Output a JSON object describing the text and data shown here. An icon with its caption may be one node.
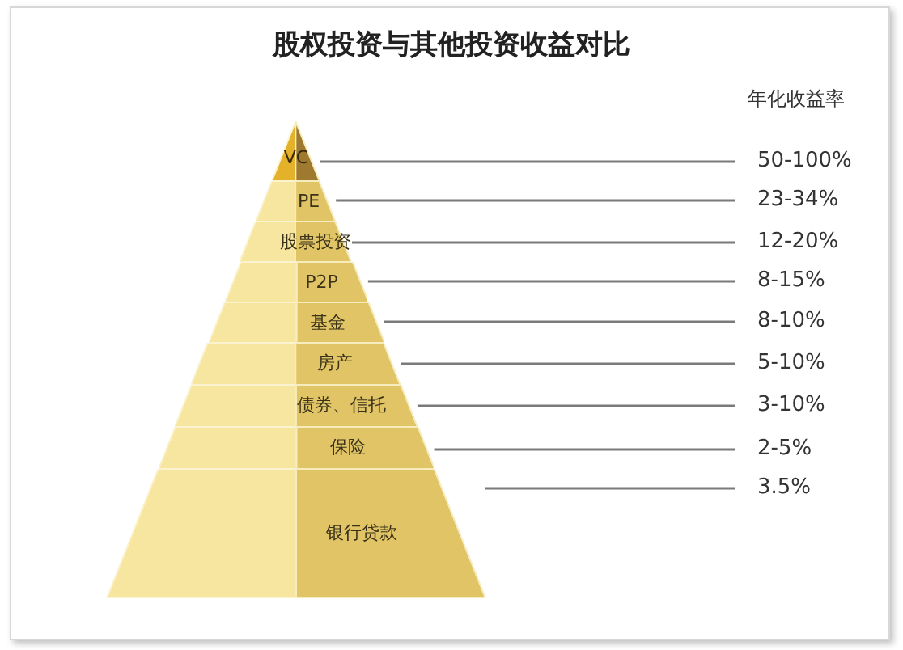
{
  "diagram": {
    "title": "股权投资与其他投资收益对比",
    "nodes": [
      {
        "text": [
          "VC"
        ]
      },
      {
        "text": [
          "PE"
        ]
      },
      {
        "text": [
          "股票投资"
        ]
      },
      {
        "text": [
          "P2P"
        ]
      },
      {
        "text": [
          "基金"
        ]
      },
      {
        "text": [
          "房产"
        ]
      },
      {
        "text": [
          "债券、信托"
        ]
      },
      {
        "text": [
          "保险"
        ]
      },
      {
        "text": [
          "银行贷款"
        ]
      },
      {
        "text": [
          "50-100%"
        ]
      },
      {
        "text": [
          "23-34%"
        ]
      },
      {
        "text": [
          "12-20%"
        ]
      },
      {
        "text": [
          "8-15%"
        ]
      },
      {
        "text": [
          "8-10%"
        ]
      },
      {
        "text": [
          "5-10%"
        ]
      },
      {
        "text": [
          "3-10%"
        ]
      },
      {
        "text": [
          "2-5%"
        ]
      },
      {
        "text": [
          "3.5%"
        ]
      }
    ],
    "edges": [
      {
        "from": 9,
        "to": 0,
        "arrow": "none"
      },
      {
        "from": 10,
        "to": 1,
        "arrow": "none"
      },
      {
        "from": 11,
        "to": 2,
        "arrow": "none"
      },
      {
        "from": 12,
        "to": 3,
        "arrow": "none"
      },
      {
        "from": 13,
        "to": 4,
        "arrow": "none"
      },
      {
        "from": 14,
        "to": 5,
        "arrow": "none"
      },
      {
        "from": 15,
        "to": 6,
        "arrow": "none"
      },
      {
        "from": 16,
        "to": 7,
        "arrow": "none"
      },
      {
        "from": 17,
        "to": 8,
        "arrow": "none"
      }
    ],
    "labels": [
      "年化收益率"
    ]
  }
}
